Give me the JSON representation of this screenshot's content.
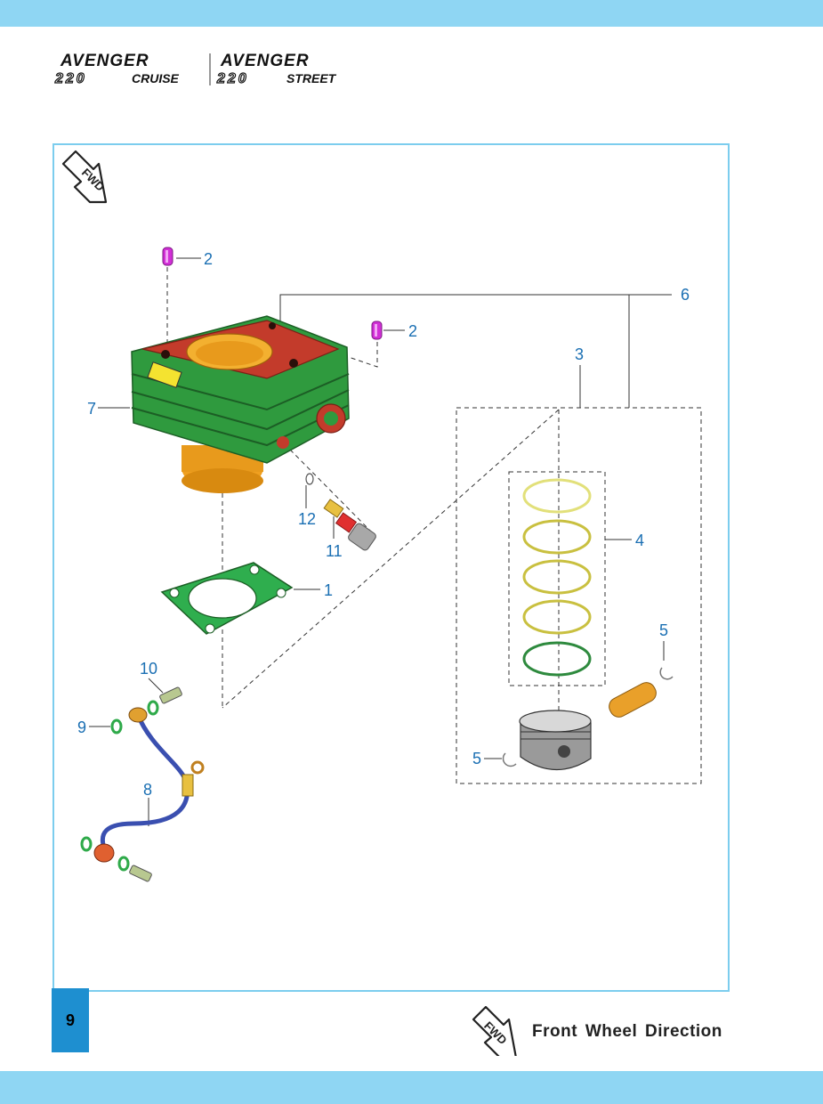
{
  "header": {
    "brand_left": "AVENGER",
    "model_left_number": "220",
    "model_left_name": "CRUISE",
    "brand_right": "AVENGER",
    "model_right_number": "220",
    "model_right_name": "STREET"
  },
  "diagram": {
    "fwd_badge": "FWD",
    "callouts": [
      {
        "id": "c1",
        "label": "1"
      },
      {
        "id": "c2a",
        "label": "2"
      },
      {
        "id": "c2b",
        "label": "2"
      },
      {
        "id": "c3",
        "label": "3"
      },
      {
        "id": "c4",
        "label": "4"
      },
      {
        "id": "c5a",
        "label": "5"
      },
      {
        "id": "c5b",
        "label": "5"
      },
      {
        "id": "c6",
        "label": "6"
      },
      {
        "id": "c7",
        "label": "7"
      },
      {
        "id": "c8",
        "label": "8"
      },
      {
        "id": "c9",
        "label": "9"
      },
      {
        "id": "c10",
        "label": "10"
      },
      {
        "id": "c11",
        "label": "11"
      },
      {
        "id": "c12",
        "label": "12"
      }
    ]
  },
  "footer": {
    "page_number": "9",
    "legend_badge": "FWD",
    "legend_text": "Front Wheel Direction"
  },
  "colors": {
    "band": "#8fd6f3",
    "frame_border": "#7ccdee",
    "callout_text": "#1a6fb3",
    "page_badge": "#1e8fd0",
    "cylinder_green": "#2f9a3e",
    "gasket_red": "#c0392b",
    "sleeve_orange": "#f0a020",
    "dowel_magenta": "#d12fd6",
    "hose_blue": "#3a4fb0"
  }
}
